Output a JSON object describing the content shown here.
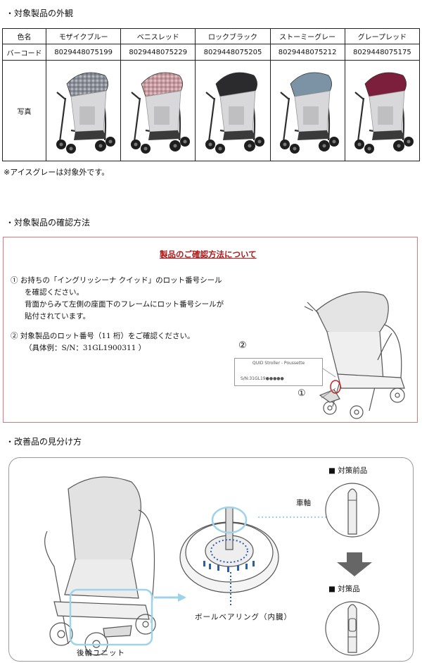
{
  "section1": {
    "title": "・対象製品の外観",
    "table": {
      "row_headers": [
        "色名",
        "バーコード",
        "写真"
      ],
      "products": [
        {
          "color_name": "モザイクブルー",
          "barcode": "8029448075199",
          "canopy": "#8a8f99",
          "pattern": "mosaic"
        },
        {
          "color_name": "ベニスレッド",
          "barcode": "8029448075229",
          "canopy": "#c99aa0",
          "pattern": "mosaic"
        },
        {
          "color_name": "ロックブラック",
          "barcode": "8029448075205",
          "canopy": "#2b2b2d",
          "pattern": "solid"
        },
        {
          "color_name": "ストーミーグレー",
          "barcode": "8029448075212",
          "canopy": "#7b93a4",
          "pattern": "solid"
        },
        {
          "color_name": "グレープレッド",
          "barcode": "8029448075175",
          "canopy": "#7c1f3c",
          "pattern": "solid"
        }
      ]
    },
    "note": "※アイスグレーは対象外です。"
  },
  "section2": {
    "title": "・対象製品の確認方法",
    "heading": "製品のご確認方法について",
    "step1": {
      "line1": "①  お持ちの「イングリッシーナ クイッド」のロット番号シール",
      "line2": "を確認ください。",
      "line3": "背面からみて左側の座面下のフレームにロット番号シールが",
      "line4": "貼付されています。"
    },
    "step2": {
      "line1": "②  対象製品のロット番号（11 桁）をご確認ください。",
      "line2": "（具体例：S/N：31GL1900311 ）"
    },
    "label_card": {
      "line1": "QUID Stroller - Poussette",
      "line2": "S/N:31GL19●●●●●"
    },
    "marker1": "①",
    "marker2": "②"
  },
  "section3": {
    "title": "・改善品の見分け方",
    "label_axle": "車軸",
    "label_before": "■ 対策前品",
    "label_after": "■ 対策品",
    "label_bearing": "ボールベアリング（内臓）",
    "label_rear_unit": "後輪ユニット"
  },
  "colors": {
    "accent_red": "#b01818",
    "box_border_red": "#d97a7a",
    "highlight_blue": "#9fd3ea",
    "dot_blue": "#2c5fa8"
  }
}
